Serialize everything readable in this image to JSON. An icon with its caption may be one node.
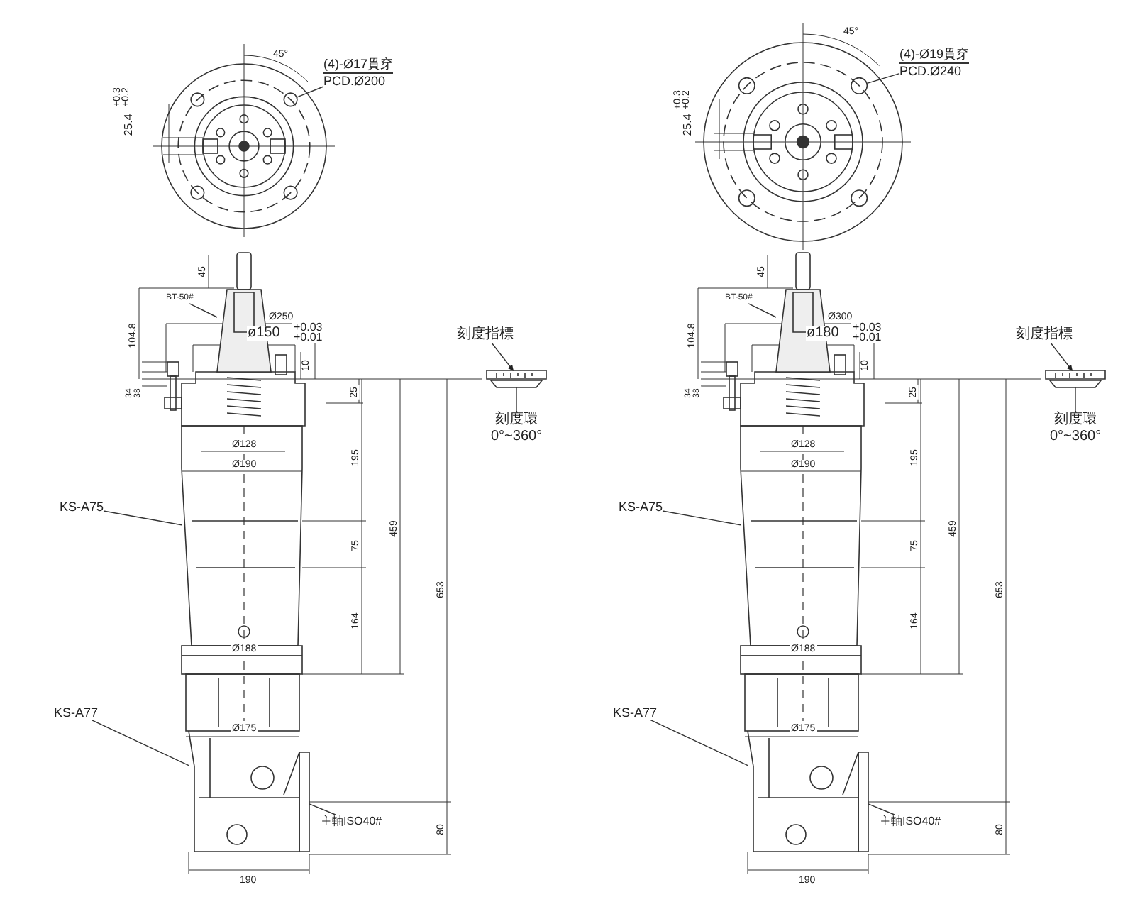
{
  "diagram": {
    "nodes": [
      {
        "text": [
          "(4)-Ø17貫穿",
          "PCD.Ø200"
        ]
      },
      {
        "text": [
          "BT-50#"
        ]
      },
      {
        "text": [
          "刻度指標"
        ]
      },
      {
        "text": [
          "刻度環",
          "0°~360°"
        ]
      },
      {
        "text": [
          "KS-A75"
        ]
      },
      {
        "text": [
          "KS-A77"
        ]
      },
      {
        "text": [
          "主軸ISO40#"
        ]
      },
      {
        "text": [
          "(4)-Ø19貫穿",
          "PCD.Ø240"
        ]
      },
      {
        "text": [
          "BT-50#"
        ]
      },
      {
        "text": [
          "刻度指標"
        ]
      },
      {
        "text": [
          "刻度環",
          "0°~360°"
        ]
      },
      {
        "text": [
          "KS-A75"
        ]
      },
      {
        "text": [
          "KS-A77"
        ]
      },
      {
        "text": [
          "主軸ISO40#"
        ]
      },
      {
        "text": [],
        "shape": "circle"
      },
      {
        "text": [],
        "shape": "box"
      },
      {
        "text": [],
        "shape": "bar"
      },
      {
        "text": [],
        "shape": "bar"
      },
      {
        "text": [],
        "shape": "cylinder"
      },
      {
        "text": [],
        "shape": "picture"
      },
      {
        "text": [],
        "shape": "bar"
      },
      {
        "text": [],
        "shape": "circle"
      },
      {
        "text": [],
        "shape": "box"
      },
      {
        "text": [],
        "shape": "bar"
      },
      {
        "text": [],
        "shape": "bar"
      },
      {
        "text": [],
        "shape": "cylinder"
      },
      {
        "text": [],
        "shape": "picture"
      },
      {
        "text": [],
        "shape": "bar"
      }
    ],
    "edges": [
      {
        "from": 0,
        "to": 14,
        "arrow": "none"
      },
      {
        "from": 1,
        "to": 15,
        "arrow": "none"
      },
      {
        "from": 2,
        "to": 16,
        "arrow": "to"
      },
      {
        "from": 3,
        "to": 17,
        "arrow": "none"
      },
      {
        "from": 4,
        "to": 18,
        "arrow": "none"
      },
      {
        "from": 5,
        "to": 19,
        "arrow": "none"
      },
      {
        "from": 6,
        "to": 20,
        "arrow": "none"
      },
      {
        "from": 7,
        "to": 21,
        "arrow": "none"
      },
      {
        "from": 8,
        "to": 22,
        "arrow": "none"
      },
      {
        "from": 9,
        "to": 23,
        "arrow": "to"
      },
      {
        "from": 10,
        "to": 24,
        "arrow": "none"
      },
      {
        "from": 11,
        "to": 25,
        "arrow": "none"
      },
      {
        "from": 12,
        "to": 26,
        "arrow": "none"
      },
      {
        "from": 13,
        "to": 27,
        "arrow": "none"
      }
    ],
    "labels": [
      "45°",
      "25.4",
      "+0.3",
      "+0.2",
      "45",
      "104.8",
      "Ø250",
      "ø150",
      "+0.03",
      "+0.01",
      "10",
      "34",
      "38",
      "25",
      "Ø128",
      "Ø190",
      "195",
      "75",
      "459",
      "164",
      "653",
      "Ø188",
      "Ø175",
      "80",
      "190",
      "45°",
      "25.4",
      "+0.3",
      "+0.2",
      "45",
      "104.8",
      "Ø300",
      "ø180",
      "+0.03",
      "+0.01",
      "10",
      "34",
      "38",
      "25",
      "Ø128",
      "Ø190",
      "195",
      "75",
      "459",
      "164",
      "653",
      "Ø188",
      "Ø175",
      "80",
      "190"
    ]
  }
}
